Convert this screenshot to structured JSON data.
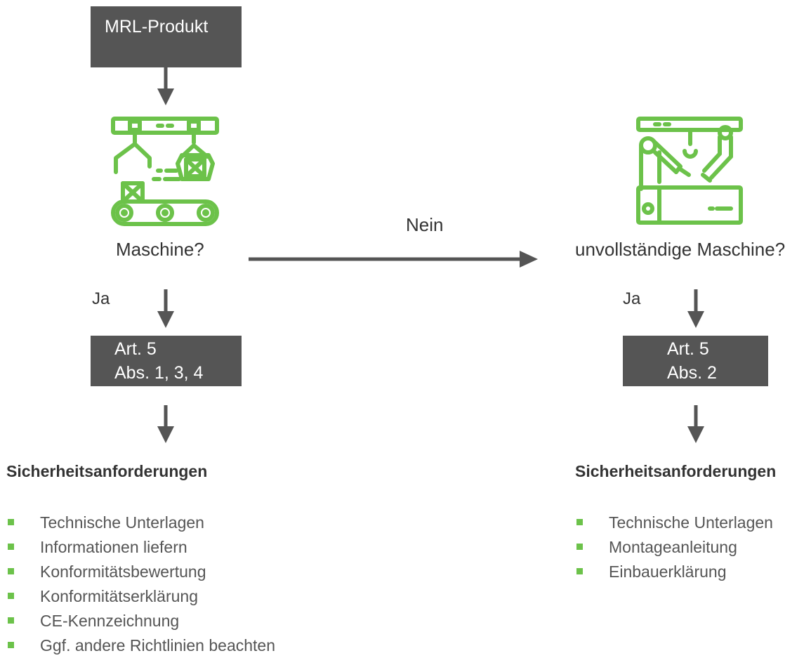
{
  "top_box": "MRL-Produkt",
  "left": {
    "question": "Maschine?",
    "yes_label": "Ja",
    "article_line1": "Art. 5",
    "article_line2": "Abs. 1, 3, 4",
    "heading": "Sicherheitsanforderungen",
    "items": [
      "Technische Unterlagen",
      "Informationen liefern",
      "Konformitätsbewertung",
      "Konformitätserklärung",
      "CE-Kennzeichnung",
      "Ggf. andere Richtlinien beachten"
    ]
  },
  "no_label": "Nein",
  "right": {
    "question": "unvollständige Maschine?",
    "yes_label": "Ja",
    "article_line1": "Art. 5",
    "article_line2": "Abs. 2",
    "heading": "Sicherheitsanforderungen",
    "items": [
      "Technische Unterlagen",
      "Montageanleitung",
      "Einbauerklärung"
    ]
  },
  "colors": {
    "box": "#555555",
    "arrow": "#555555",
    "icon_green": "#6cc24a",
    "bullet": "#6cc24a"
  },
  "icons": {
    "machine": "conveyor-machine-icon",
    "incomplete_machine": "robot-arm-icon"
  }
}
